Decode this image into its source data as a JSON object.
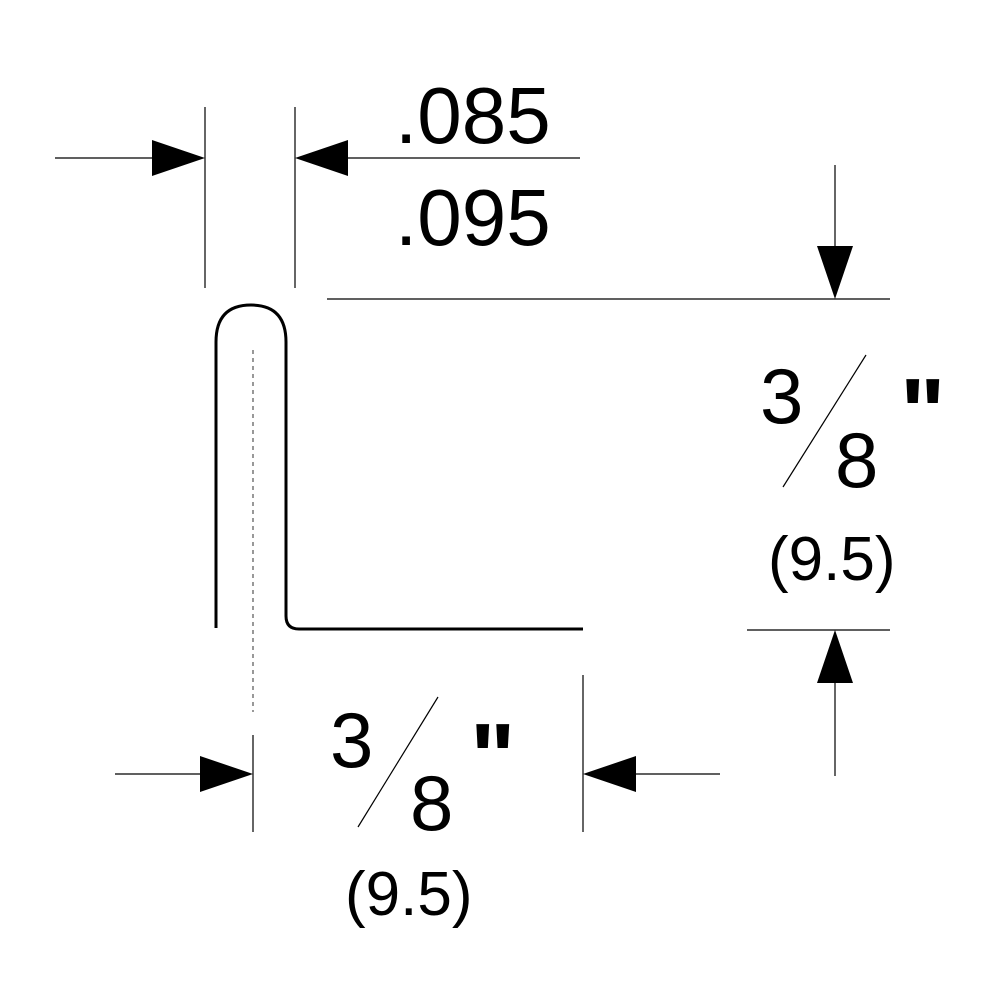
{
  "thickness": {
    "min": ".085",
    "max": ".095"
  },
  "height": {
    "numerator": "3",
    "denominator": "8",
    "unit": "\"",
    "metric": "(9.5)"
  },
  "width": {
    "numerator": "3",
    "denominator": "8",
    "unit": "\"",
    "metric": "(9.5)"
  }
}
